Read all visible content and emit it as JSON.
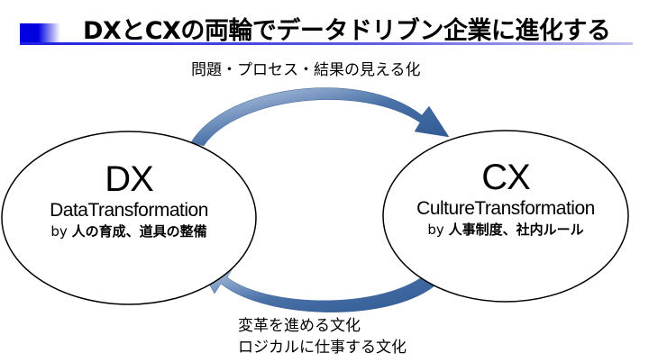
{
  "title": "DXとCXの両輪でデータドリブン企業に進化する",
  "top_arrow_label": "問題・プロセス・結果の見える化",
  "bottom_arrow_labels": [
    "変革を進める文化",
    "ロジカルに仕事する文化"
  ],
  "dx": {
    "abbr": "DX",
    "name": "DataTransformation",
    "by": "by",
    "means": "人の育成、道具の整備"
  },
  "cx": {
    "abbr": "CX",
    "name": "CultureTransformation",
    "by": "by",
    "means": "人事制度、社内ルール"
  },
  "colors": {
    "accent": "#0000e0",
    "arrow": "#4a72a8"
  }
}
